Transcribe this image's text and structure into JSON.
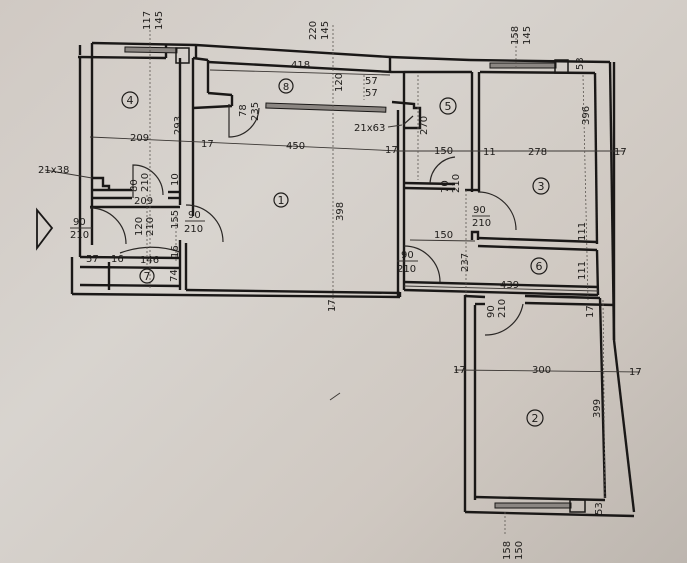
{
  "plan": {
    "type": "apartment-floor-plan",
    "units": "cm",
    "entrance_marker": "triangle-arrow",
    "rooms": [
      {
        "id": "1",
        "label": "1",
        "width": "450",
        "depth": "398"
      },
      {
        "id": "2",
        "label": "2",
        "width": "300",
        "depth": "399"
      },
      {
        "id": "3",
        "label": "3",
        "width": "278",
        "depth": "396"
      },
      {
        "id": "4",
        "label": "4",
        "width": "209",
        "depth": "293"
      },
      {
        "id": "5",
        "label": "5",
        "width": "150",
        "depth": "270"
      },
      {
        "id": "6",
        "label": "6",
        "width": "439",
        "depth": "111"
      },
      {
        "id": "7",
        "label": "7",
        "width": "146",
        "depth": "74"
      },
      {
        "id": "8",
        "label": "8",
        "width": "418",
        "depth": "120"
      }
    ],
    "windows": {
      "top_left": {
        "w": "117",
        "h": "145"
      },
      "top_mid": {
        "w": "220",
        "h": "145"
      },
      "top_right": {
        "w": "158",
        "h": "145"
      },
      "bottom": {
        "w": "158",
        "h": "150"
      }
    },
    "doors": {
      "d_room4": {
        "w": "80",
        "h": "210"
      },
      "d_entry_left": {
        "w": "90",
        "h": "210"
      },
      "d_closet": {
        "w": "120",
        "h": "210"
      },
      "d_hall_room1": {
        "w": "90",
        "h": "210"
      },
      "d_room1_right": {
        "w": "90",
        "h": "210"
      },
      "d_room5": {
        "w": "70",
        "h": "210"
      },
      "d_room3": {
        "w": "90",
        "h": "210"
      },
      "d_room2": {
        "w": "90",
        "h": "210"
      },
      "d_balcony8": {
        "w": "78",
        "h": "235"
      }
    },
    "dimensions": {
      "d418": "418",
      "d120": "120",
      "d57a": "57",
      "d57b": "57",
      "d21x63": "21x63",
      "d21x38": "21x38",
      "d209a": "209",
      "d209b": "209",
      "d293": "293",
      "d450": "450",
      "d398": "398",
      "d17_a": "17",
      "d17_b": "17",
      "d17_c": "17",
      "d17_d": "17",
      "d17_e": "17",
      "d17_f": "17",
      "d17_g": "17",
      "d17_h": "17",
      "d150a": "150",
      "d150b": "150",
      "d11": "11",
      "d278": "278",
      "d396": "396",
      "d270": "270",
      "d237": "237",
      "d439": "439",
      "d111a": "111",
      "d111b": "111",
      "d300": "300",
      "d399": "399",
      "d155": "155",
      "d10": "10",
      "d57c": "57",
      "d16": "16",
      "d146": "146",
      "d74": "74",
      "d53a": "53",
      "d53b": "53",
      "d53c": "53"
    },
    "colors": {
      "paper": "#d3cdc7",
      "ink": "#1a1817"
    }
  }
}
